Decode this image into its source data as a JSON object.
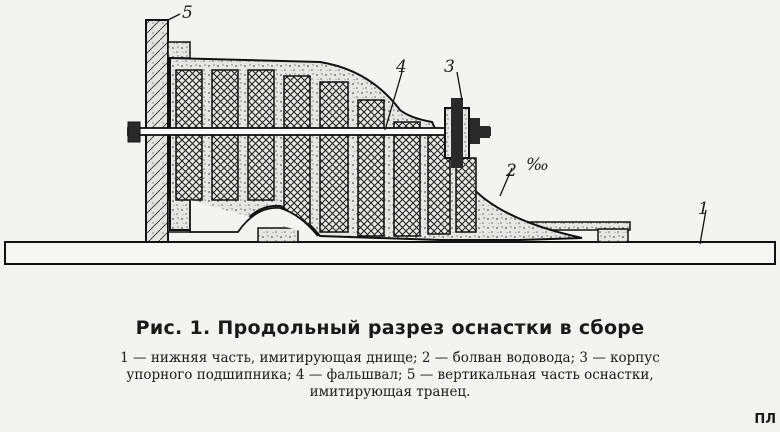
{
  "figure": {
    "labels": {
      "l1": "1",
      "l2": "2",
      "l3": "3",
      "l4": "4",
      "l5": "5",
      "mark": "‰"
    }
  },
  "caption": {
    "title": "Рис. 1. Продольный разрез оснастки в сборе",
    "legend_lines": [
      "1 — нижняя часть, имитирующая днище; 2 — болван водовода; 3 — корпус",
      "упорного подшипника; 4 — фальшвал; 5 — вертикальная часть оснастки,",
      "имитирующая транец."
    ]
  },
  "corner_text": "ПЛ"
}
